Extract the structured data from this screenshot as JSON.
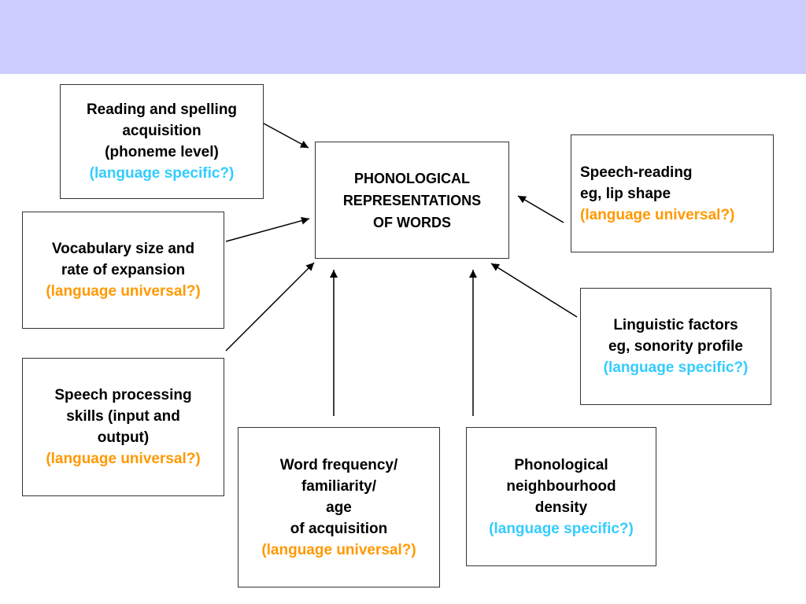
{
  "colors": {
    "header_band": "#ccccff",
    "language_specific": "#33ccff",
    "language_universal": "#ff9900",
    "text": "#000000",
    "border": "#333333"
  },
  "center": {
    "lines": [
      "PHONOLOGICAL",
      "REPRESENTATIONS",
      "OF WORDS"
    ]
  },
  "reading_spelling": {
    "lines": [
      "Reading and spelling",
      "acquisition",
      "(phoneme level)"
    ],
    "tag": "(language specific?)"
  },
  "vocabulary": {
    "lines": [
      "Vocabulary size and",
      "rate of expansion"
    ],
    "tag": "(language universal?)"
  },
  "speech_processing": {
    "lines": [
      "Speech processing",
      "skills (input and",
      "output)"
    ],
    "tag": "(language universal?)"
  },
  "word_frequency": {
    "lines": [
      "Word frequency/",
      "familiarity/",
      "age",
      "of acquisition"
    ],
    "tag": "(language universal?)"
  },
  "neighbourhood": {
    "lines": [
      "Phonological",
      "neighbourhood",
      "density"
    ],
    "tag": "(language specific?)"
  },
  "linguistic": {
    "lines": [
      "Linguistic factors",
      "eg, sonority profile"
    ],
    "tag": "(language specific?)"
  },
  "speech_reading": {
    "lines": [
      "Speech-reading",
      "eg, lip shape"
    ],
    "tag": "(language universal?)"
  }
}
